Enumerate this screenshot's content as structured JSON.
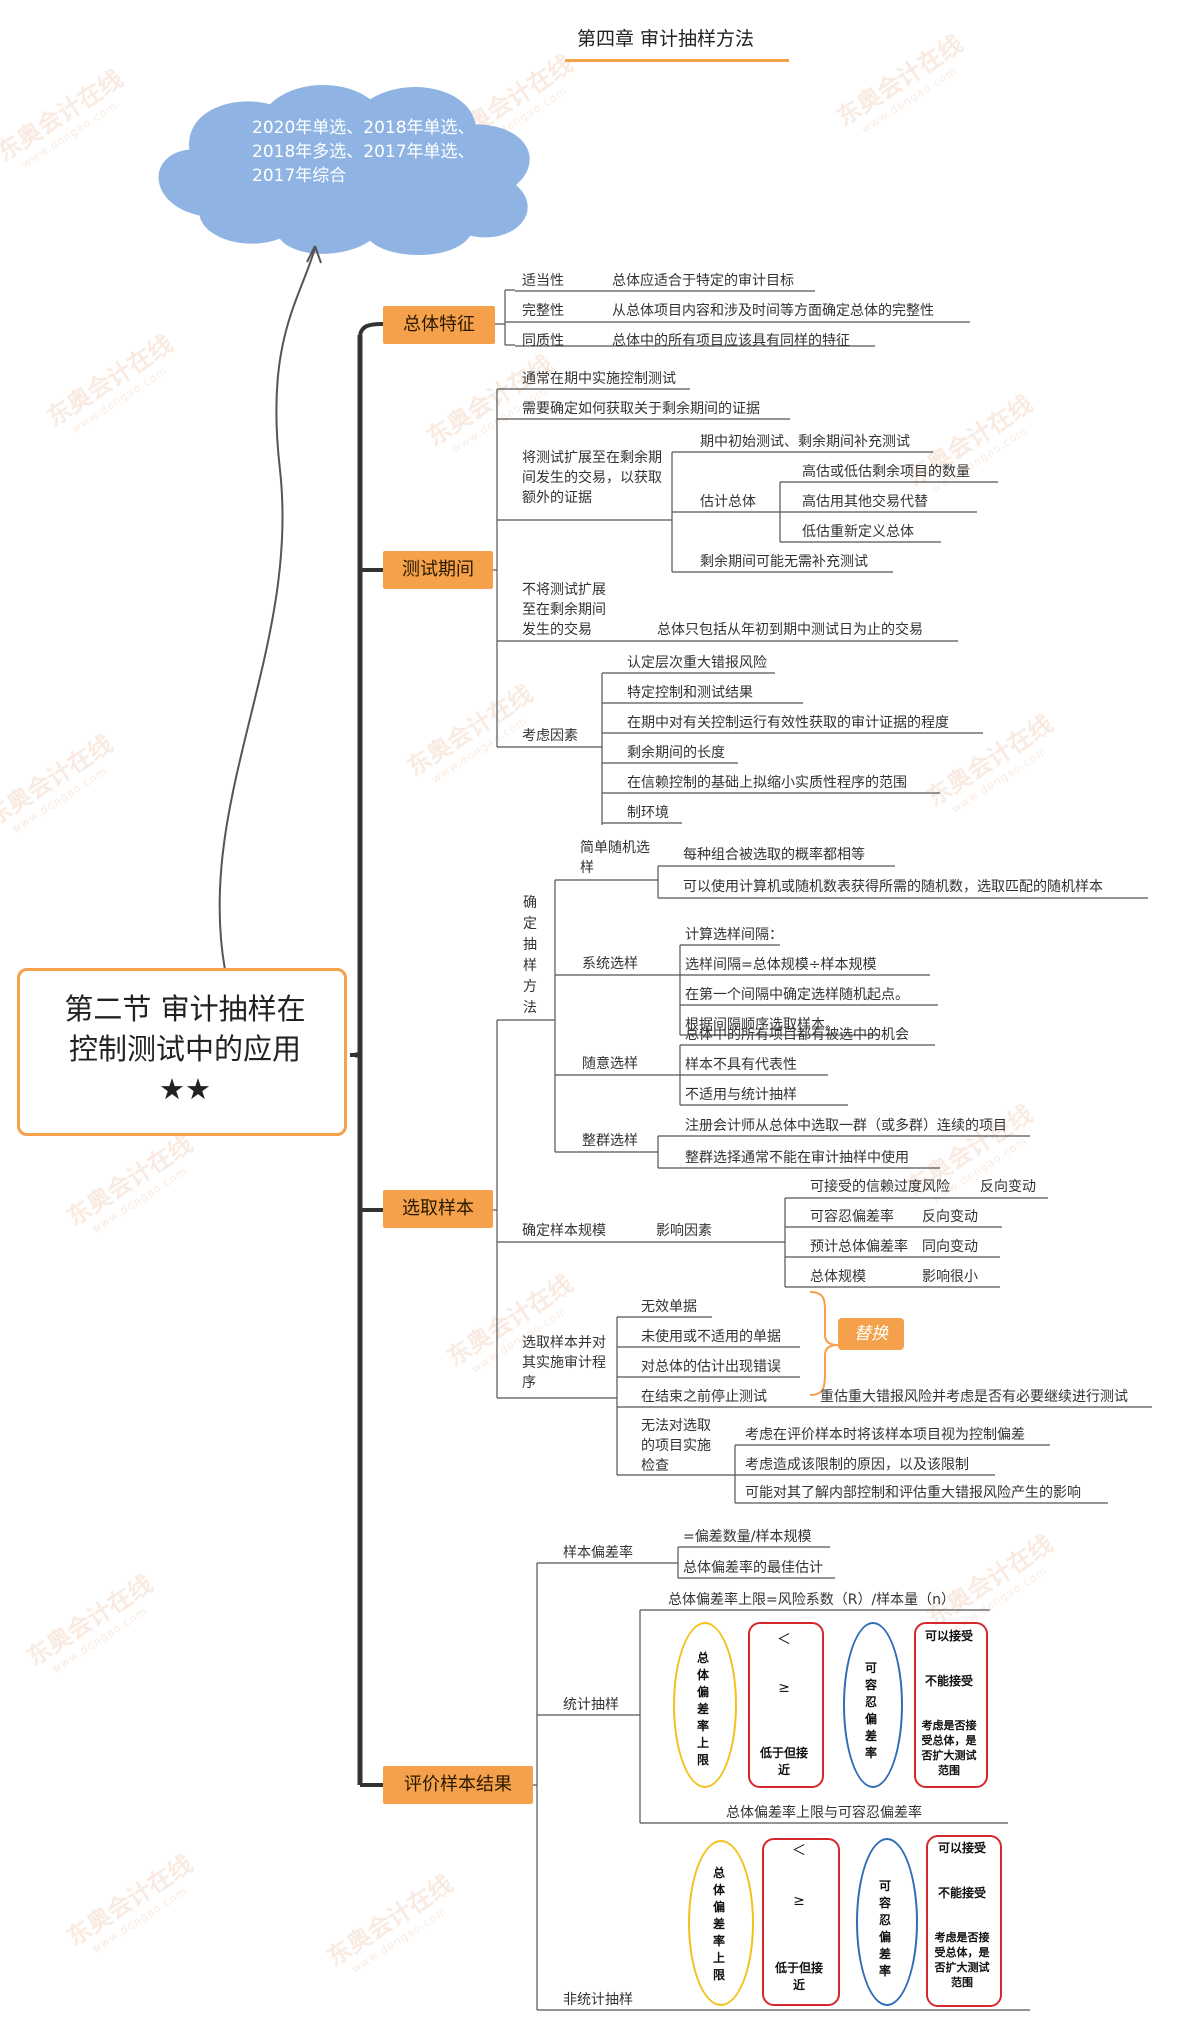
{
  "title": "第四章 审计抽样方法",
  "cloud_text": "2020年单选、2018年单选、2018年多选、2017年单选、2017年综合",
  "central": "第二节 审计抽样在控制测试中的应用★★",
  "watermark": {
    "brand": "东奥会计在线",
    "url": "www.dongao.com"
  },
  "colors": {
    "orange": "#f5a04a",
    "line": "#444444",
    "red": "#d4282c",
    "blue": "#2f6db5",
    "yellow": "#f2c21b",
    "cloud": "#8fb4e3"
  },
  "branches": {
    "b1": {
      "label": "总体特征",
      "items": [
        {
          "k": "适当性",
          "v": "总体应适合于特定的审计目标"
        },
        {
          "k": "完整性",
          "v": "从总体项目内容和涉及时间等方面确定总体的完整性"
        },
        {
          "k": "同质性",
          "v": "总体中的所有项目应该具有同样的特征"
        }
      ]
    },
    "b2": {
      "label": "测试期间",
      "i1": "通常在期中实施控制测试",
      "i2": "需要确定如何获取关于剩余期间的证据",
      "extend": "将测试扩展至在剩余期间发生的交易，以获取额外的证据",
      "ext_a": "期中初始测试、剩余期间补充测试",
      "estimate": "估计总体",
      "est_items": [
        "高估或低估剩余项目的数量",
        "高估用其他交易代替",
        "低估重新定义总体"
      ],
      "ext_c": "剩余期间可能无需补充测试",
      "noextend": "不将测试扩展至在剩余期间发生的交易",
      "noextend_v": "总体只包括从年初到期中测试日为止的交易",
      "factors": "考虑因素",
      "factor_items": [
        "认定层次重大错报风险",
        "特定控制和测试结果",
        "在期中对有关控制运行有效性获取的审计证据的程度",
        "剩余期间的长度",
        "在信赖控制的基础上拟缩小实质性程序的范围",
        "制环境"
      ]
    },
    "b3": {
      "label": "选取样本",
      "method": "确定抽样方法",
      "simple": "简单随机选样",
      "simple_items": [
        "每种组合被选取的概率都相等",
        "可以使用计算机或随机数表获得所需的随机数，选取匹配的随机样本"
      ],
      "system": "系统选样",
      "system_items": [
        "计算选样间隔：",
        "选样间隔=总体规模÷样本规模",
        "在第一个间隔中确定选样随机起点。",
        "根据间隔顺序选取样本。"
      ],
      "hap": "随意选样",
      "hap_items": [
        "总体中的所有项目都有被选中的机会",
        "样本不具有代表性",
        "不适用与统计抽样"
      ],
      "block": "整群选样",
      "block_items": [
        "注册会计师从总体中选取一群（或多群）连续的项目",
        "整群选择通常不能在审计抽样中使用"
      ],
      "size": "确定样本规模",
      "influence": "影响因素",
      "size_items": [
        {
          "k": "可接受的信赖过度风险",
          "v": "反向变动"
        },
        {
          "k": "可容忍偏差率",
          "v": "反向变动"
        },
        {
          "k": "预计总体偏差率",
          "v": "同向变动"
        },
        {
          "k": "总体规模",
          "v": "影响很小"
        }
      ],
      "select": "选取样本并对其实施审计程序",
      "select_items": [
        "无效单据",
        "未使用或不适用的单据",
        "对总体的估计出现错误"
      ],
      "replace": "替换",
      "stop": "在结束之前停止测试",
      "stop_v": "重估重大错报风险并考虑是否有必要继续进行测试",
      "cant": "无法对选取的项目实施检查",
      "cant_items": [
        "考虑在评价样本时将该样本项目视为控制偏差",
        "考虑造成该限制的原因，以及该限制",
        "可能对其了解内部控制和评估重大错报风险产生的影响"
      ]
    },
    "b4": {
      "label": "评价样本结果",
      "rate": "样本偏差率",
      "rate_items": [
        "=偏差数量/样本规模",
        "总体偏差率的最佳估计"
      ],
      "stat": "统计抽样",
      "stat_formula": "总体偏差率上限=风险系数（R）/样本量（n）",
      "upper": "总体偏差率上限",
      "lt": "＜",
      "ge": "≥",
      "lower": "低于但接近",
      "tol": "可容忍偏差率",
      "accept": "可以接受",
      "reject": "不能接受",
      "consider": "考虑是否接受总体，是否扩大测试范围",
      "stat_bottom": "总体偏差率上限与可容忍偏差率",
      "nonstat": "非统计抽样"
    }
  }
}
